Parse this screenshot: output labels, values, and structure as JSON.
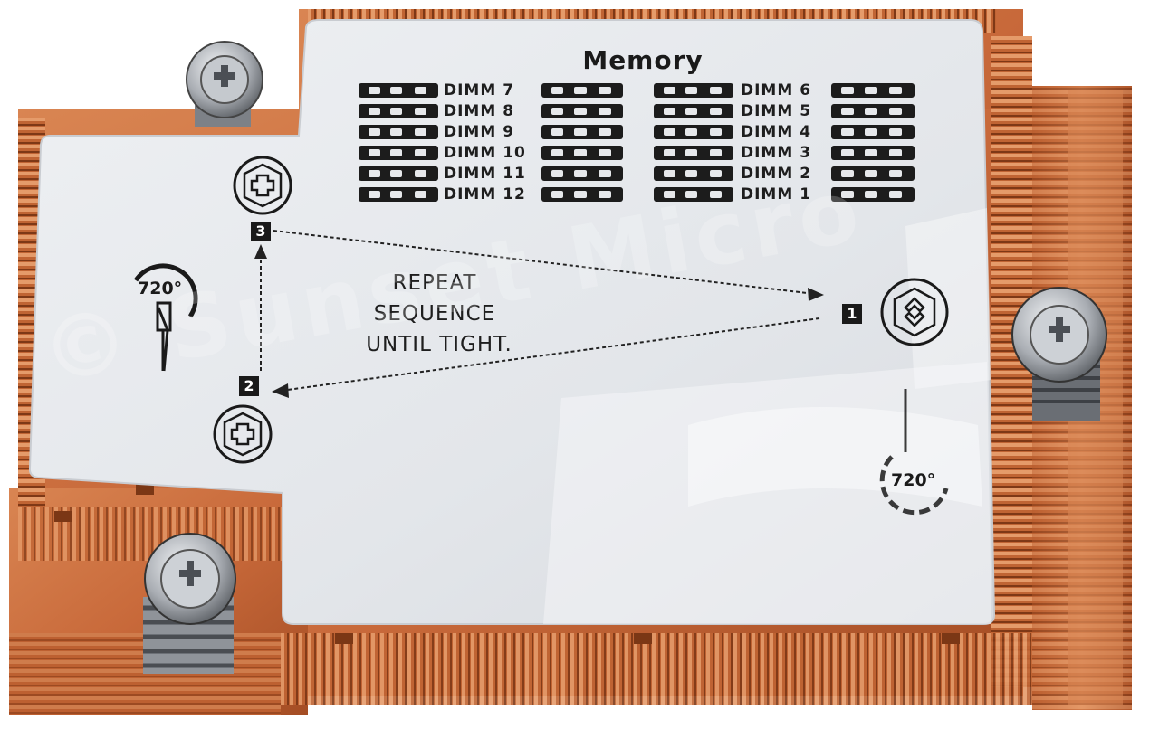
{
  "label": {
    "title": "Memory",
    "dimm_left": [
      "DIMM 7",
      "DIMM 8",
      "DIMM 9",
      "DIMM 10",
      "DIMM 11",
      "DIMM 12"
    ],
    "dimm_right": [
      "DIMM 6",
      "DIMM 5",
      "DIMM 4",
      "DIMM 3",
      "DIMM 2",
      "DIMM 1"
    ],
    "instruction_lines": [
      "REPEAT",
      "SEQUENCE",
      "UNTIL TIGHT."
    ],
    "steps": [
      "1",
      "2",
      "3"
    ],
    "rotation_left": "720°",
    "rotation_right": "720°"
  },
  "watermark": "© Sunset Micro",
  "colors": {
    "copper": "#c8693a",
    "copper_dark": "#8f3f1c",
    "label_bg": "#e8eaee",
    "screw": "#b8bcc2"
  }
}
